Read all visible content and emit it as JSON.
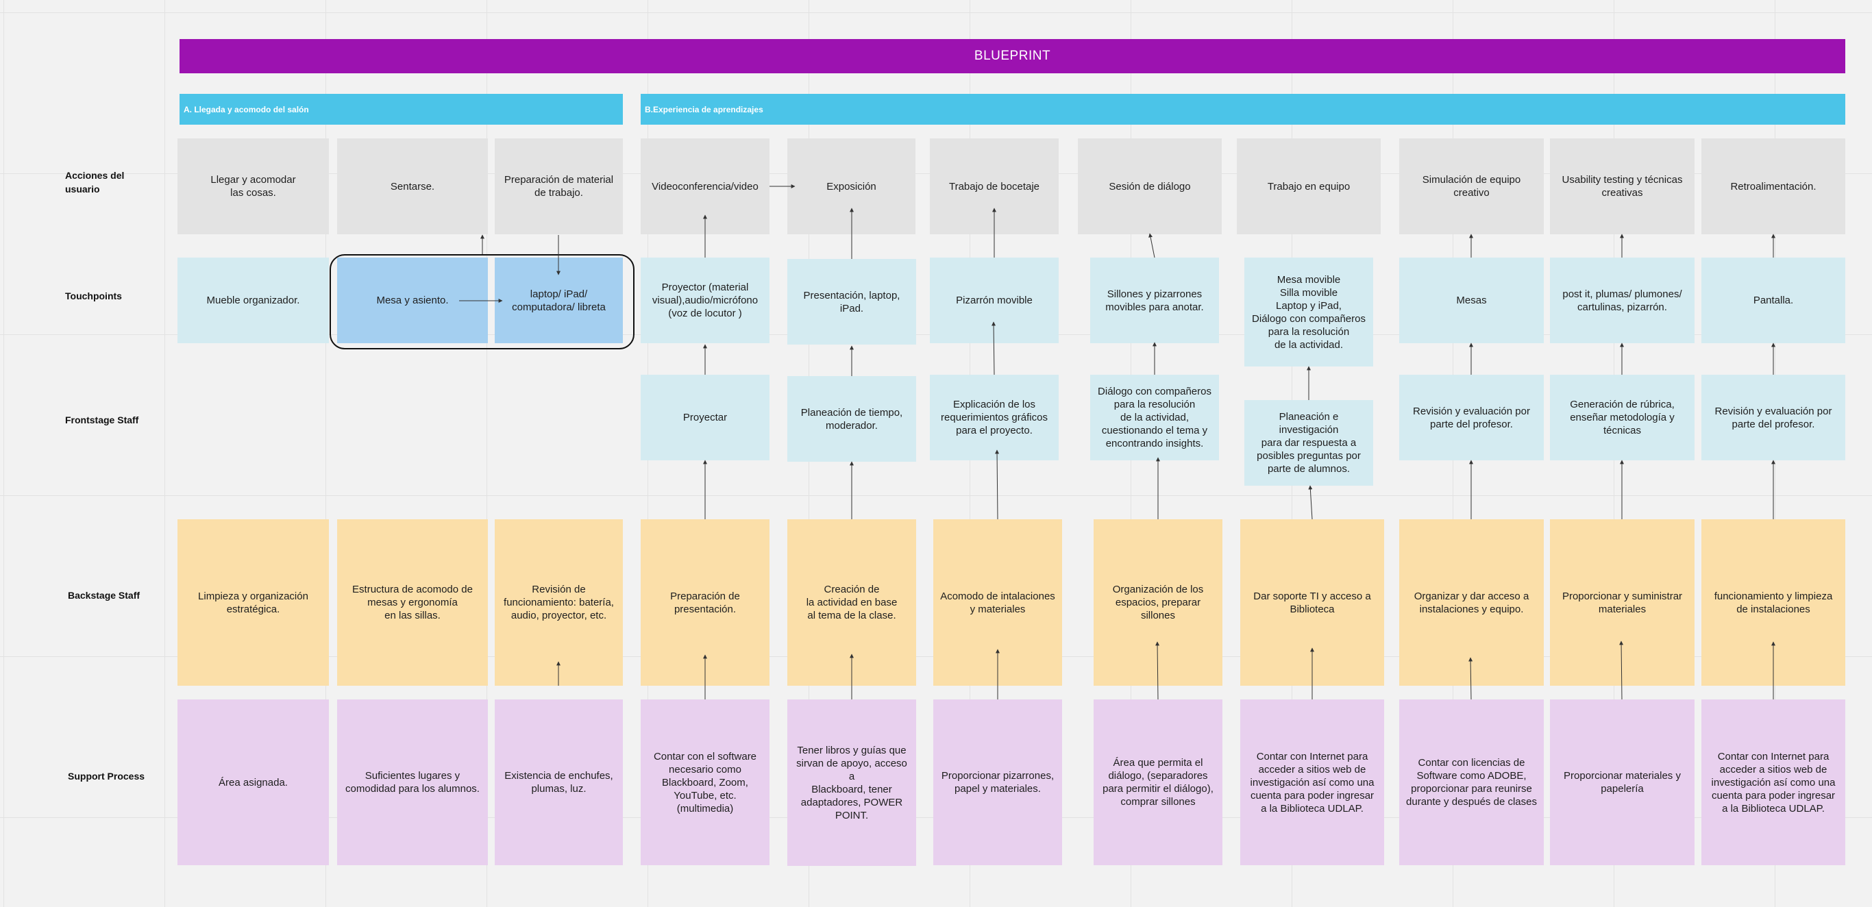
{
  "title": "BLUEPRINT",
  "colors": {
    "banner": "#9c12b0",
    "phase": "#4bc4e8",
    "action": "#e3e3e3",
    "touchpoint": "#d4ebf1",
    "touchpoint_selected": "#a4cff0",
    "frontstage": "#d4ebf1",
    "backstage": "#fbdfa9",
    "support": "#e8d0ee"
  },
  "phases": [
    {
      "label": "A. Llegada  y acomodo del salón"
    },
    {
      "label": "B.Experiencia de aprendizajes"
    }
  ],
  "rows": [
    {
      "label": "Acciones\ndel usuario"
    },
    {
      "label": "Touchpoints"
    },
    {
      "label": "Frontstage\nStaff"
    },
    {
      "label": "Backstage\nStaff"
    },
    {
      "label": "Support\nProcess"
    }
  ],
  "actions": [
    "Llegar y acomodar\nlas cosas.",
    "Sentarse.",
    "Preparación de material\nde trabajo.",
    "Videoconferencia/video",
    "Exposición",
    "Trabajo de bocetaje",
    "Sesión de diálogo",
    "Trabajo en equipo",
    "Simulación de equipo\ncreativo",
    "Usability testing y técnicas\ncreativas",
    "Retroalimentación."
  ],
  "touchpoints": [
    "Mueble organizador.",
    "Mesa y asiento.",
    "laptop/ iPad/\ncomputadora/ libreta",
    "Proyector (material\nvisual),audio/micrófono\n(voz de locutor )",
    "Presentación, laptop, iPad.",
    "Pizarrón movible",
    "Sillones y pizarrones\nmovibles para anotar.",
    "Mesa movible\nSilla movible\nLaptop y iPad,\nDiálogo con compañeros\npara la resolución\nde la actividad.",
    "Mesas",
    "post it, plumas/ plumones/\ncartulinas, pizarrón.",
    "Pantalla."
  ],
  "frontstage": [
    "Proyectar",
    "Planeación de tiempo,\nmoderador.",
    "Explicación de los\nrequerimientos gráficos\npara el proyecto.",
    "Diálogo con compañeros\npara la resolución\nde la actividad,\ncuestionando el tema y\nencontrando insights.",
    "Planeación e investigación\npara dar respuesta a\nposibles preguntas por\nparte de alumnos.",
    "Revisión y evaluación por\nparte del  profesor.",
    "Generación de rúbrica,\nenseñar metodología y\ntécnicas",
    "Revisión y evaluación por\nparte del  profesor."
  ],
  "backstage": [
    "Limpieza y organización\nestratégica.",
    "Estructura de acomodo  de\nmesas y ergonomía\nen las sillas.",
    "Revisión de\nfuncionamiento: batería,\naudio, proyector, etc.",
    "Preparación de\npresentación.",
    "Creación de\nla actividad en base\nal tema de la clase.",
    "Acomodo de intalaciones\ny materiales",
    "Organización de los\nespacios, preparar\nsillones",
    "Dar soporte TI y acceso a\nBiblioteca",
    "Organizar y dar acceso a\ninstalaciones y equipo.",
    "Proporcionar y suministrar\nmateriales",
    "funcionamiento y limpieza\nde instalaciones"
  ],
  "support": [
    "Área asignada.",
    "Suficientes lugares y\ncomodidad para los alumnos.",
    "Existencia de enchufes,\nplumas, luz.",
    "Contar con el software\nnecesario como\nBlackboard, Zoom,\nYouTube, etc.\n(multimedia)",
    "Tener libros y guías que\nsirvan de apoyo, acceso a\nBlackboard, tener\nadaptadores, POWER\nPOINT.",
    "Proporcionar pizarrones,\npapel y materiales.",
    "Área que permita el\ndiálogo, (separadores\npara permitir el diálogo),\ncomprar sillones",
    "Contar con Internet para\nacceder a sitios web de\ninvestigación así como una\ncuenta para poder ingresar\na la Biblioteca UDLAP.",
    "Contar con licencias de\nSoftware como ADOBE,\nproporcionar para reunirse\ndurante y después de clases",
    "Proporcionar materiales y\npapelería",
    "Contar con Internet para\nacceder a sitios web de\ninvestigación así como una\ncuenta para poder ingresar\na la Biblioteca UDLAP."
  ]
}
